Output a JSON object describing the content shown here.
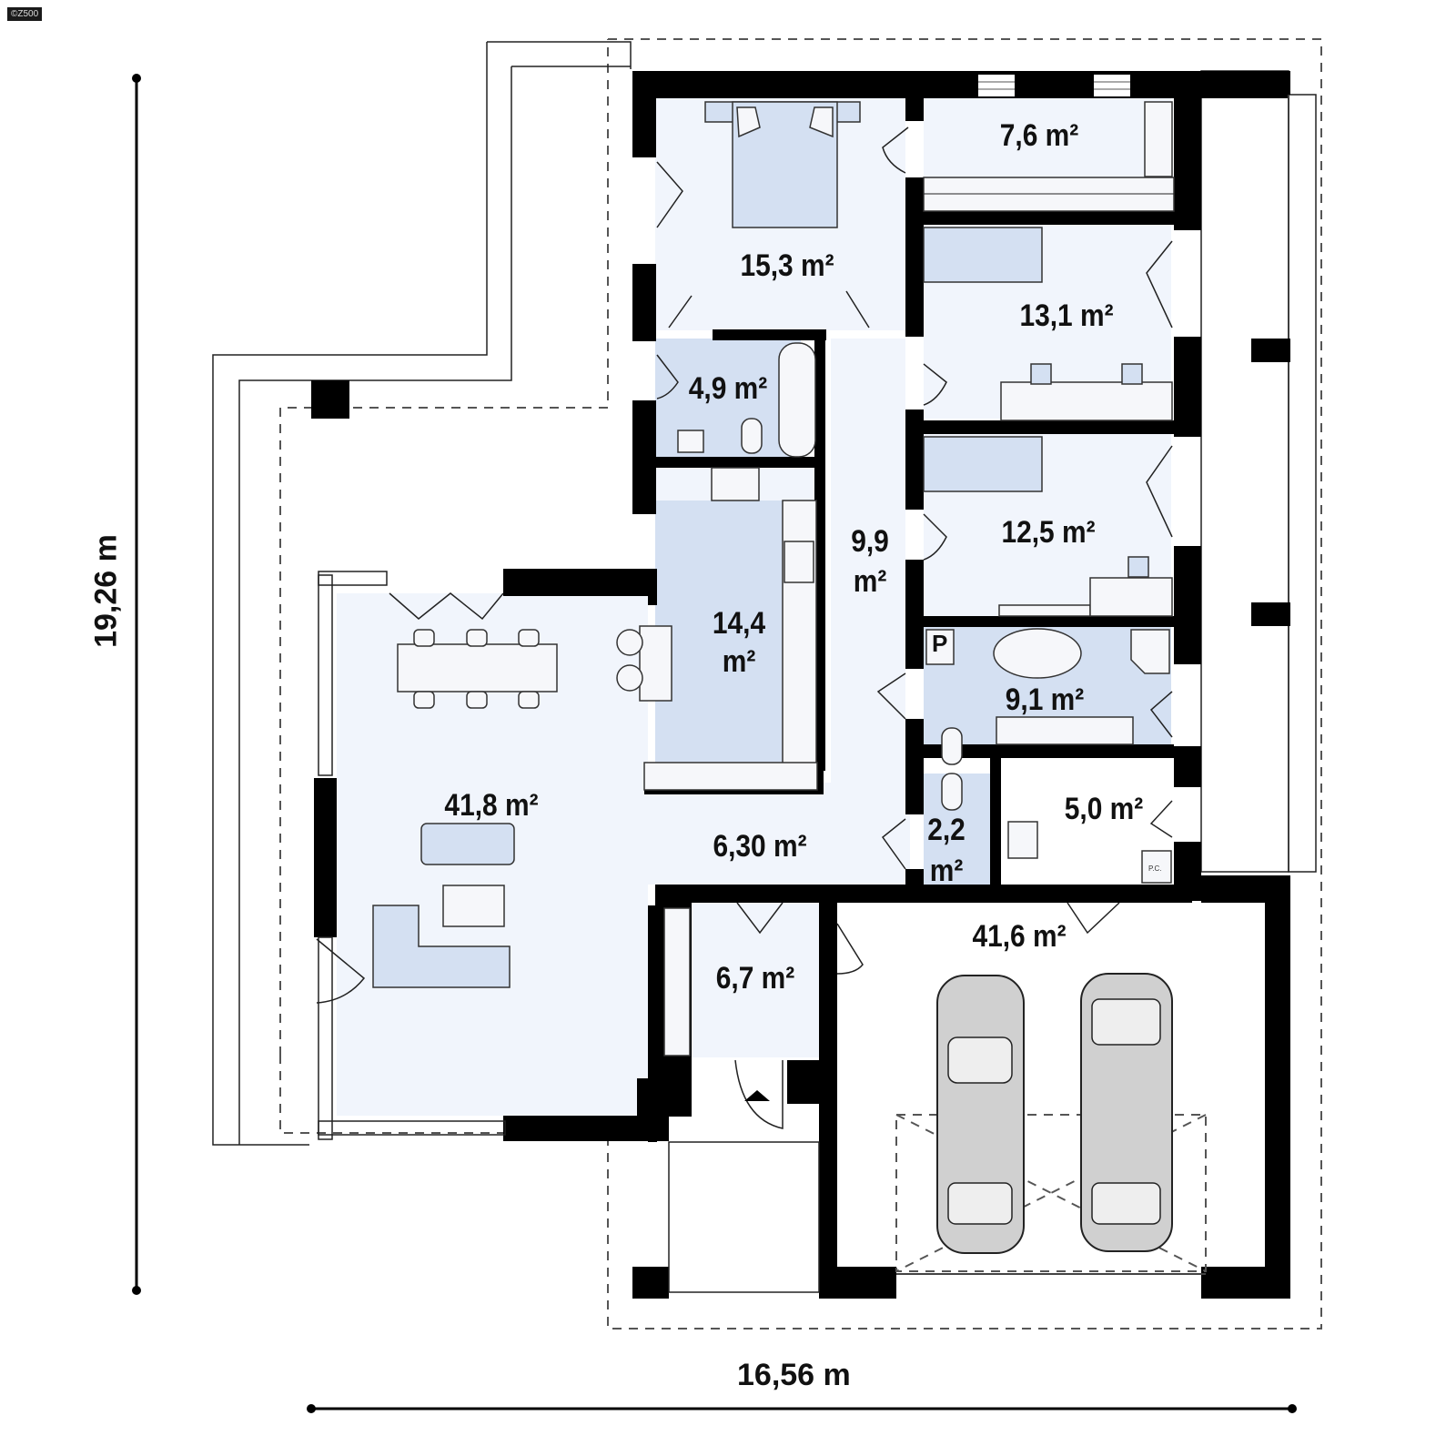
{
  "watermark": "©Z500",
  "dimensions": {
    "height": "19,26 m",
    "width": "16,56 m"
  },
  "rooms": {
    "master_bedroom": "15,3 m²",
    "wardrobe": "7,6 m²",
    "bedroom_2": "13,1 m²",
    "bathroom_small": "4,9 m²",
    "kitchen_line1": "14,4",
    "kitchen_line2": "m²",
    "hall_line1": "9,9",
    "hall_line2": "m²",
    "bedroom_3": "12,5 m²",
    "bathroom_main": "9,1 m²",
    "living_dining": "41,8 m²",
    "entry_hall": "6,30 m²",
    "wc_line1": "2,2",
    "wc_line2": "m²",
    "utility": "5,0 m²",
    "vestibule": "6,7 m²",
    "garage": "41,6 m²"
  },
  "tags": {
    "boiler": "P.C.",
    "pantry": "P"
  },
  "colors": {
    "wall": "#000000",
    "room_light": "#f1f5fc",
    "room_blue": "#d4e0f2",
    "car_body": "#d0d0d0"
  }
}
